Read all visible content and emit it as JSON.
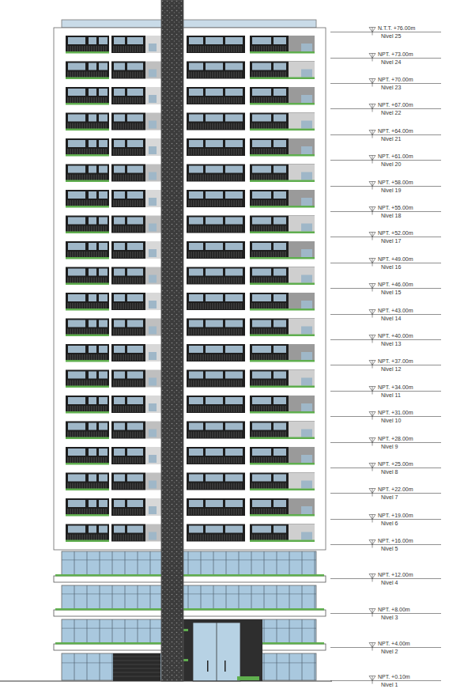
{
  "diagram": {
    "labels": [
      "N.T.T. +76.00m",
      "Nivel 25",
      "NPT. +73.00m",
      "Nivel 24",
      "NPT. +70.00m",
      "Nivel 23",
      "NPT. +67.00m",
      "Nivel 22",
      "NPT. +64.00m",
      "Nivel 21",
      "NPT. +61.00m",
      "Nivel 20",
      "NPT. +58.00m",
      "Nivel 19",
      "NPT. +55.00m",
      "Nivel 18",
      "NPT. +52.00m",
      "Nivel 17",
      "NPT. +49.00m",
      "Nivel 16",
      "NPT. +46.00m",
      "Nivel 15",
      "NPT. +43.00m",
      "Nivel 14",
      "NPT. +40.00m",
      "Nivel 13",
      "NPT. +37.00m",
      "Nivel 12",
      "NPT. +34.00m",
      "Nivel 11",
      "NPT. +31.00m",
      "Nivel 10",
      "NPT. +28.00m",
      "Nivel 9",
      "NPT. +25.00m",
      "Nivel 8",
      "NPT. +22.00m",
      "Nivel 7",
      "NPT. +19.00m",
      "Nivel 6",
      "NPT. +16.00m",
      "Nivel 5",
      "NPT. +12.00m",
      "Nivel 4",
      "NPT. +8.00m",
      "Nivel 3",
      "NPT. +4.00m",
      "Nivel 2",
      "NPT. +0.10m",
      "Nivel 1"
    ]
  }
}
